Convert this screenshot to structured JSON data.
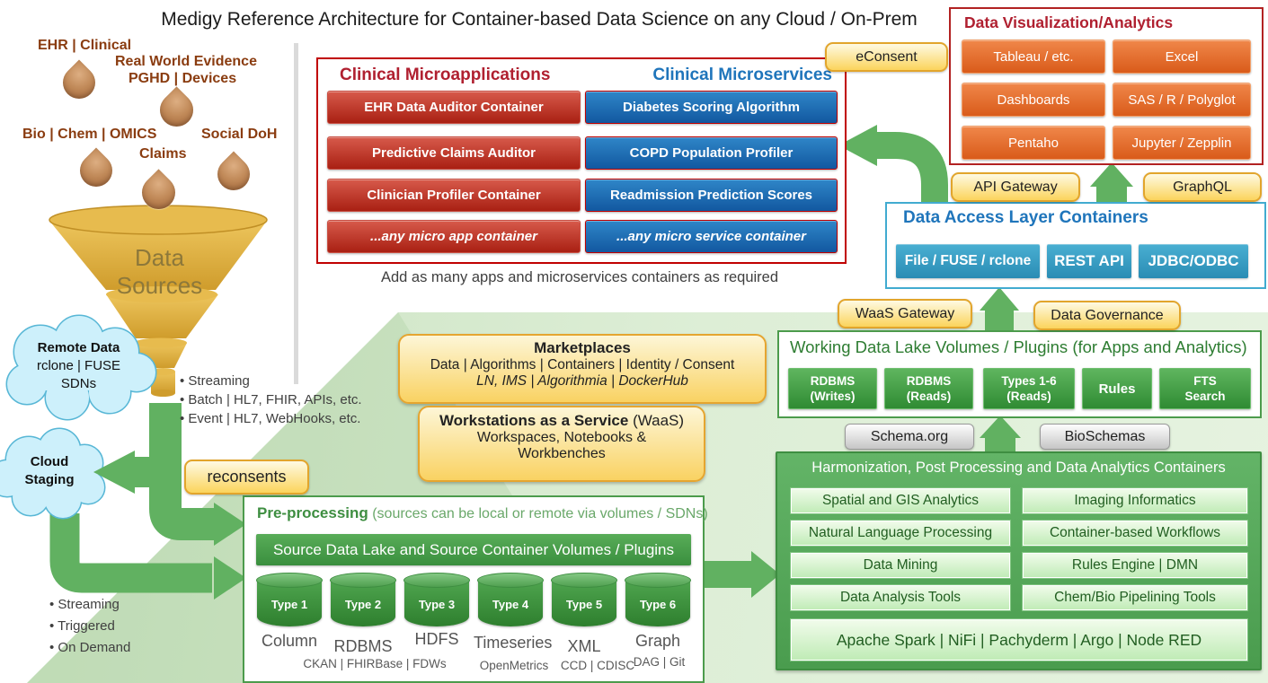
{
  "title": "Medigy Reference Architecture for Container-based Data Science on any Cloud / On-Prem",
  "source_labels": {
    "ehr": "EHR | Clinical",
    "rwe": "Real World Evidence",
    "pghd": "PGHD | Devices",
    "bio": "Bio | Chem | OMICS",
    "social": "Social DoH",
    "claims": "Claims"
  },
  "funnel": {
    "label": "Data Sources"
  },
  "remote_cloud": {
    "title": "Remote Data",
    "tech": "rclone | FUSE",
    "sdns": "SDNs"
  },
  "ingest_bullets": [
    "• Streaming",
    "• Batch | HL7, FHIR, APIs, etc.",
    "• Event | HL7, WebHooks, etc."
  ],
  "staging_cloud": {
    "line1": "Cloud",
    "line2": "Staging"
  },
  "staging_bullets": [
    "• Streaming",
    "• Triggered",
    "• On Demand"
  ],
  "badges": {
    "econsent": "eConsent",
    "reconsents": "reconsents",
    "api_gateway": "API Gateway",
    "graphql": "GraphQL",
    "waas_gateway": "WaaS Gateway",
    "data_governance": "Data Governance",
    "schema_org": "Schema.org",
    "bioschemas": "BioSchemas"
  },
  "clinical": {
    "apps_title": "Clinical Microapplications",
    "services_title": "Clinical Microservices",
    "apps": [
      "EHR Data Auditor Container",
      "Predictive Claims Auditor",
      "Clinician Profiler Container",
      "...any micro app container"
    ],
    "services": [
      "Diabetes Scoring Algorithm",
      "COPD Population Profiler",
      "Readmission Prediction Scores",
      "...any micro service container"
    ],
    "note": "Add as many apps and microservices containers as required"
  },
  "dataviz": {
    "title": "Data Visualization/Analytics",
    "items": [
      "Tableau / etc.",
      "Excel",
      "Dashboards",
      "SAS / R / Polyglot",
      "Pentaho",
      "Jupyter / Zepplin"
    ]
  },
  "dal": {
    "title": "Data Access Layer Containers",
    "items": [
      "File / FUSE / rclone",
      "REST API",
      "JDBC/ODBC"
    ]
  },
  "wdl": {
    "title": "Working Data Lake Volumes / Plugins (for Apps and Analytics)",
    "items": [
      {
        "line1": "RDBMS",
        "line2": "(Writes)"
      },
      {
        "line1": "RDBMS",
        "line2": "(Reads)"
      },
      {
        "line1": "Types 1-6",
        "line2": "(Reads)"
      },
      {
        "line1": "Rules",
        "line2": ""
      },
      {
        "line1": "FTS",
        "line2": "Search"
      }
    ]
  },
  "harmonization": {
    "title": "Harmonization, Post Processing and Data Analytics Containers",
    "items": [
      "Spatial and GIS Analytics",
      "Imaging Informatics",
      "Natural Language Processing",
      "Container-based Workflows",
      "Data Mining",
      "Rules Engine | DMN",
      "Data Analysis Tools",
      "Chem/Bio Pipelining Tools"
    ],
    "footer": "Apache Spark | NiFi | Pachyderm | Argo | Node RED"
  },
  "marketplaces": {
    "title": "Marketplaces",
    "line2": "Data | Algorithms | Containers | Identity / Consent",
    "line3": "LN, IMS | Algorithmia | DockerHub"
  },
  "waas": {
    "title_bold": "Workstations as a Service",
    "title_normal": " (WaaS)",
    "line2": "Workspaces, Notebooks &",
    "line3": "Workbenches"
  },
  "preprocessing": {
    "title_bold": "Pre-processing",
    "title_rest": " (sources can be local or remote via volumes / SDNs)",
    "bar": "Source Data Lake and Source Container Volumes / Plugins",
    "types": [
      "Type 1",
      "Type 2",
      "Type 3",
      "Type 4",
      "Type 5",
      "Type 6"
    ],
    "type_names": [
      "Column",
      "RDBMS",
      "HDFS",
      "Timeseries",
      "XML",
      "Graph"
    ],
    "sub_labels": [
      "CKAN | FHIRBase | FDWs",
      "OpenMetrics",
      "CCD | CDISC",
      "DAG | Git"
    ]
  },
  "colors": {
    "red_box": "#b02318",
    "blue_box": "#1a63ac",
    "orange_box": "#e06a24",
    "teal_box": "#369fc6",
    "green_box": "#3f9743",
    "harmonization_bg": "#56a85a",
    "light_green_box": "#d7f3cc",
    "yellow_badge": "#fbd45c",
    "gold_funnel": "#e2af3c",
    "copper_droplet": "#b07044",
    "cloud_blue": "#cdf0fb",
    "arrow_green": "#61b161",
    "backdrop_green": "#d9ecd2"
  }
}
